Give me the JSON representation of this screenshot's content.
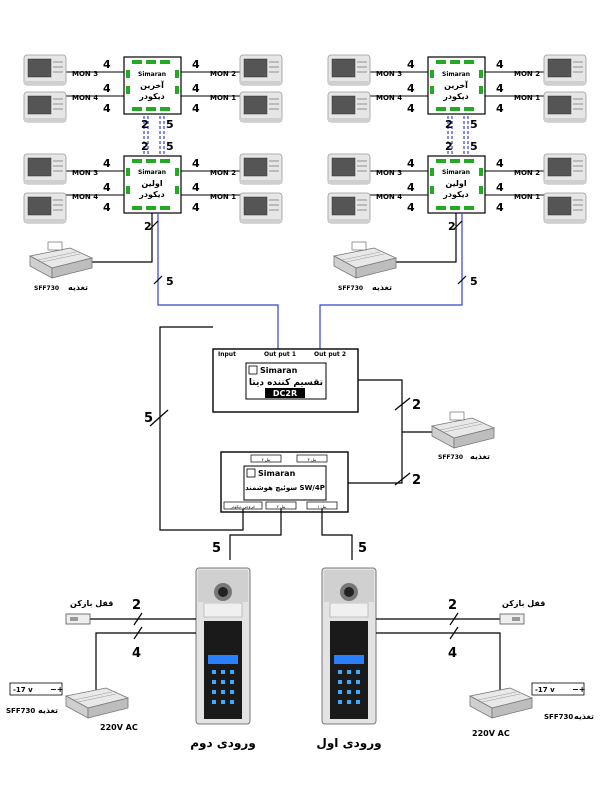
{
  "colors": {
    "data_wire": "#3344cc",
    "signal_wire": "#000000",
    "dashed_wire": "#3344cc",
    "panel_silver": "#d9d9d9",
    "panel_dark": "#1a1a1a",
    "lcd_blue": "#2a7fff",
    "key_blue": "#3fa9ff",
    "monitor_screen": "#555555"
  },
  "decoder_top": {
    "brand": "Simaran",
    "line1": "آخرین",
    "line2": "دیکودر"
  },
  "decoder_bottom": {
    "brand": "Simaran",
    "line1": "اولین",
    "line2": "دیکودر"
  },
  "mon_labels": {
    "mon1": "MON 1",
    "mon2": "MON 2",
    "mon3": "MON 3",
    "mon4": "MON 4"
  },
  "wire_counts": {
    "four": "4",
    "two": "2",
    "five": "5"
  },
  "power_supply": {
    "model": "SFF730",
    "label": "تغذیه",
    "voltage": "-17 v",
    "ac": "220V AC"
  },
  "dc2r": {
    "input": "Input",
    "out1": "Out put 1",
    "out2": "Out put 2",
    "brand": "Simaran",
    "title": "تقسیم کننده دیتا",
    "model": "DC2R"
  },
  "sw4p": {
    "brand": "Simaran",
    "title": "سوئیچ هوشمند SW/4P",
    "port1": "پنل ۱",
    "port2": "پنل ۲",
    "port3": "پنل ۳",
    "port4": "پنل ۴",
    "port_out": "خروجی دیکودر"
  },
  "lock": {
    "label": "قفل بازکن"
  },
  "entrances": {
    "left": "ورودی دوم",
    "right": "ورودی اول"
  }
}
